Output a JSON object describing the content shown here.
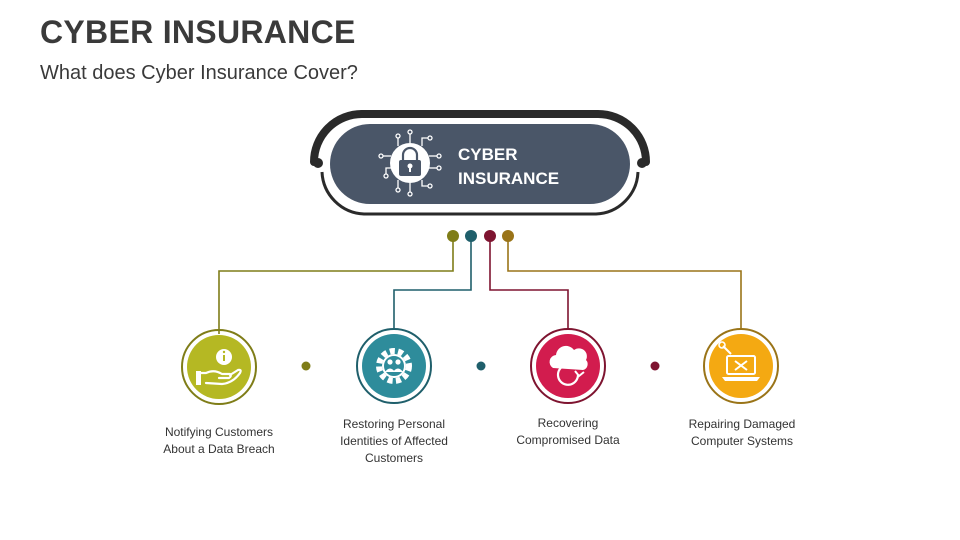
{
  "title": "CYBER INSURANCE",
  "subtitle": "What does Cyber Insurance Cover?",
  "hub": {
    "line1": "CYBER",
    "line2": "INSURANCE",
    "icon": "lock-circuit-icon",
    "color": "#4a5668"
  },
  "items": [
    {
      "label": "Notifying Customers About a Data Breach",
      "icon": "hand-info-icon",
      "color": "#b5b823"
    },
    {
      "label": "Restoring Personal Identities of Affected Customers",
      "icon": "gear-people-icon",
      "color": "#2e8c9b"
    },
    {
      "label": "Recovering Compromised Data",
      "icon": "cloud-recovery-icon",
      "color": "#d21c4e"
    },
    {
      "label": "Repairing Damaged Computer Systems",
      "icon": "laptop-repair-icon",
      "color": "#f4a912"
    }
  ],
  "connector_colors": [
    "#7f7d18",
    "#1f5f6b",
    "#7e1430",
    "#9a7418"
  ]
}
